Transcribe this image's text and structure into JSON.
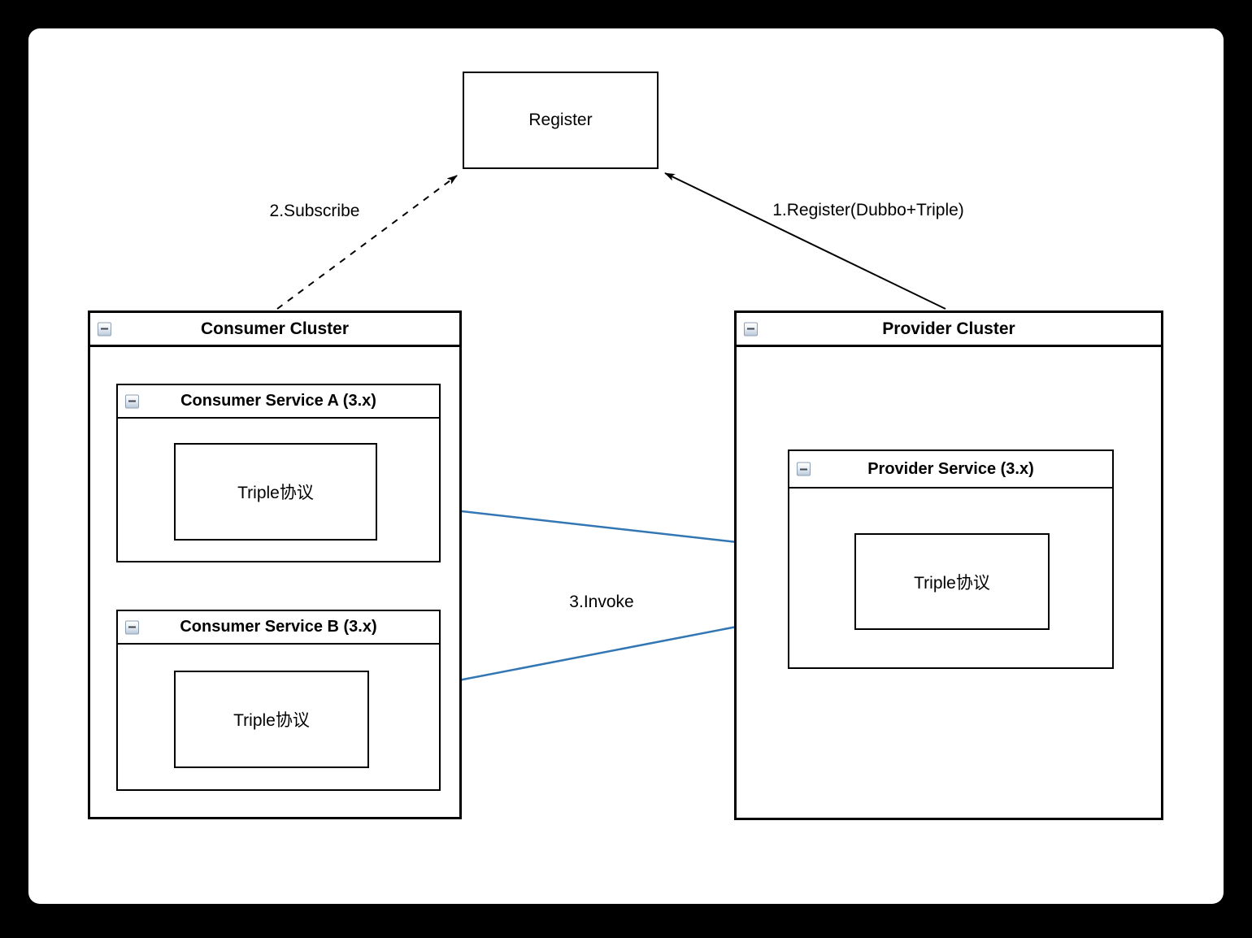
{
  "canvas": {
    "background_color": "#000000",
    "surface_color": "#ffffff",
    "line_color": "#000000",
    "invoke_color": "#3276b3"
  },
  "register_node": {
    "label": "Register"
  },
  "consumer_cluster": {
    "title": "Consumer Cluster",
    "services": [
      {
        "title": "Consumer Service A (3.x)",
        "protocol": "Triple协议"
      },
      {
        "title": "Consumer Service B (3.x)",
        "protocol": "Triple协议"
      }
    ]
  },
  "provider_cluster": {
    "title": "Provider Cluster",
    "services": [
      {
        "title": "Provider Service (3.x)",
        "protocol": "Triple协议"
      }
    ]
  },
  "edges": {
    "register": {
      "label": "1.Register(Dubbo+Triple)",
      "style": "solid",
      "color": "#000000"
    },
    "subscribe": {
      "label": "2.Subscribe",
      "style": "dashed",
      "color": "#000000"
    },
    "invoke": {
      "label": "3.Invoke",
      "style": "solid",
      "color": "#3276b3"
    }
  },
  "icons": {
    "collapse": "minus-icon"
  }
}
